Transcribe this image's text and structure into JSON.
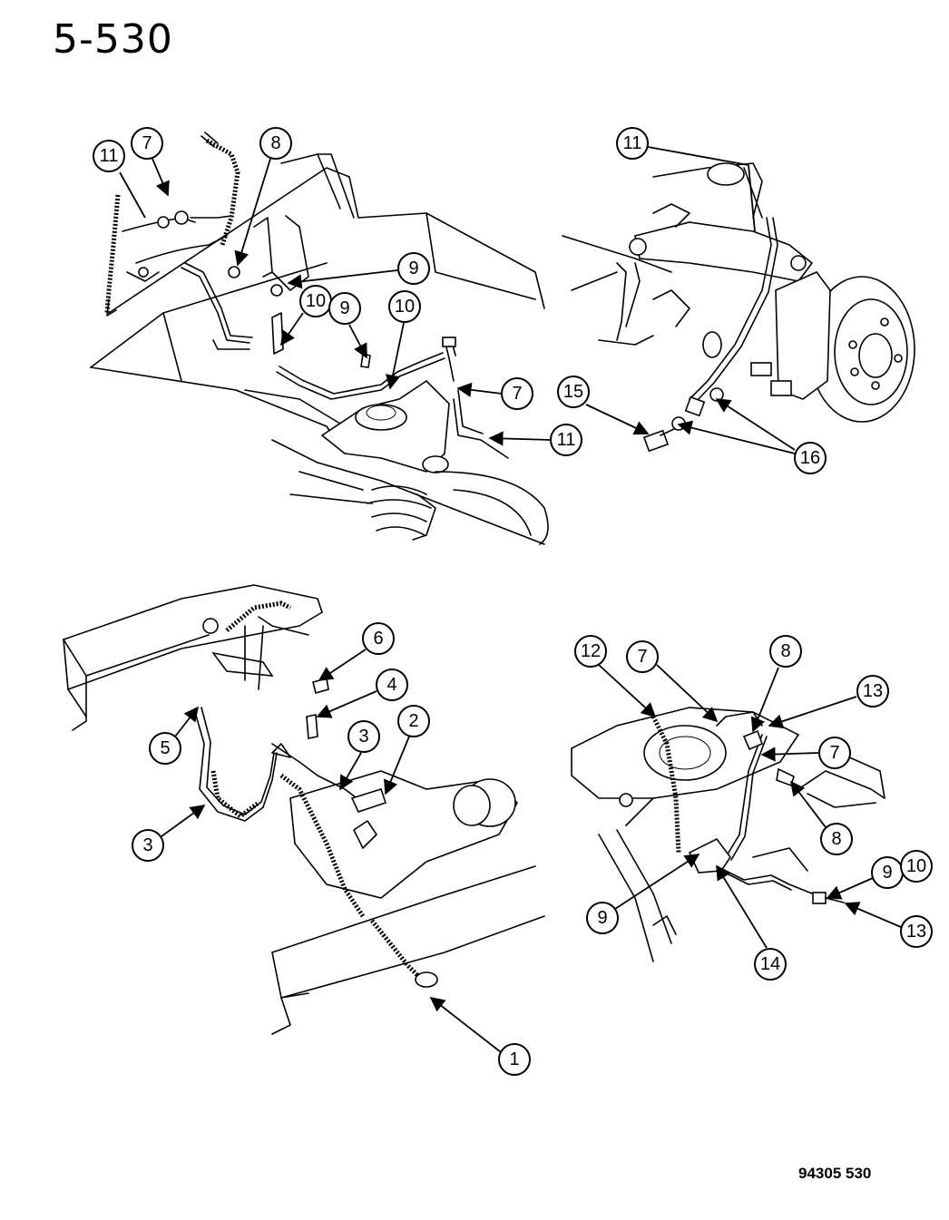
{
  "page_code": "5-530",
  "figure_code": "94305 530",
  "callouts": {
    "c1": "11",
    "c2": "7",
    "c3": "8",
    "c4": "9",
    "c5": "10",
    "c6": "9",
    "c7": "10",
    "c8": "7",
    "c9": "11",
    "c10": "11",
    "c11": "15",
    "c12": "16",
    "c13": "6",
    "c14": "4",
    "c15": "3",
    "c16": "2",
    "c17": "5",
    "c18": "3",
    "c19": "1",
    "c20": "12",
    "c21": "7",
    "c22": "8",
    "c23": "13",
    "c24": "7",
    "c25": "8",
    "c26": "9",
    "c27": "10",
    "c28": "9",
    "c29": "14",
    "c30": "13"
  }
}
